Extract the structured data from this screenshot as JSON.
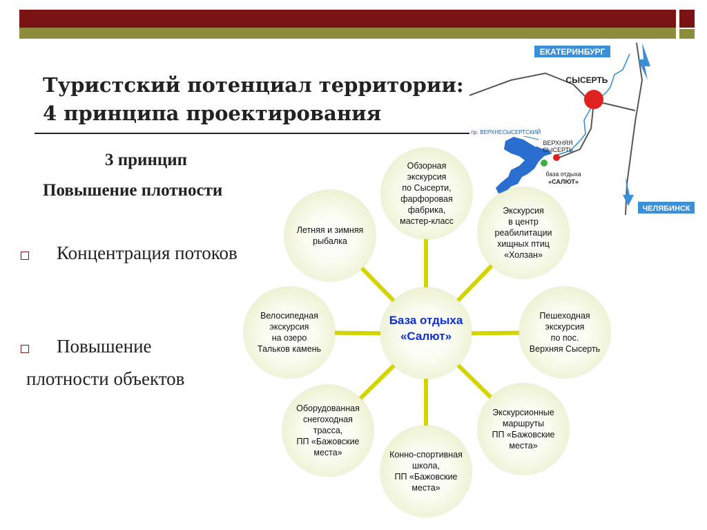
{
  "title": {
    "line1": "Туристский потенциал территории:",
    "line2": "4 принципа проектирования"
  },
  "principle": {
    "number": "3 принцип",
    "name": "Повышение плотности"
  },
  "bullets": [
    {
      "text": "Концентрация потоков"
    },
    {
      "line1": "Повышение",
      "line2": "плотности объектов"
    }
  ],
  "diagram": {
    "center": "База отдыха\n«Салют»",
    "nodes": [
      "Обзорная\nэкскурсия\nпо Сысерти,\nфарфоровая\nфабрика,\nмастер-класс",
      "Экскурсия\nв центр\nреабилитации\nхищных птиц\n«Холзан»",
      "Пешеходная\nэкскурсия\nпо пос.\nВерхняя Сысерть",
      "Экскурсионные\nмаршруты\nПП «Бажовские\nместа»",
      "Конно-спортивная\nшкола,\nПП «Бажовские\nместа»",
      "Оборудованная\nснегоходная\nтрасса,\nПП «Бажовские\nместа»",
      "Велосипедная\nэкскурсия\nна озеро\nТальков камень",
      "Летняя и зимняя\nрыбалка"
    ]
  },
  "map": {
    "ekb": "ЕКАТЕРИНБУРГ",
    "sysert": "СЫСЕРТЬ",
    "river": "пр. ВЕРХНЕСЫСЕРТСКИЙ",
    "upper_line1": "ВЕРХНЯЯ",
    "upper_line2": "СЫСЕРТЬ",
    "base_line1": "база отдыха",
    "base_line2": "«САЛЮТ»",
    "chel": "ЧЕЛЯБИНСК"
  },
  "colors": {
    "band_dark": "#7a1414",
    "band_olive": "#8c8c3c",
    "connector": "#d4d400",
    "center_text": "#0c2ed8",
    "map_label_bg": "#3a8fd6",
    "city_dot": "#e12020",
    "water": "#2a6fcf"
  }
}
